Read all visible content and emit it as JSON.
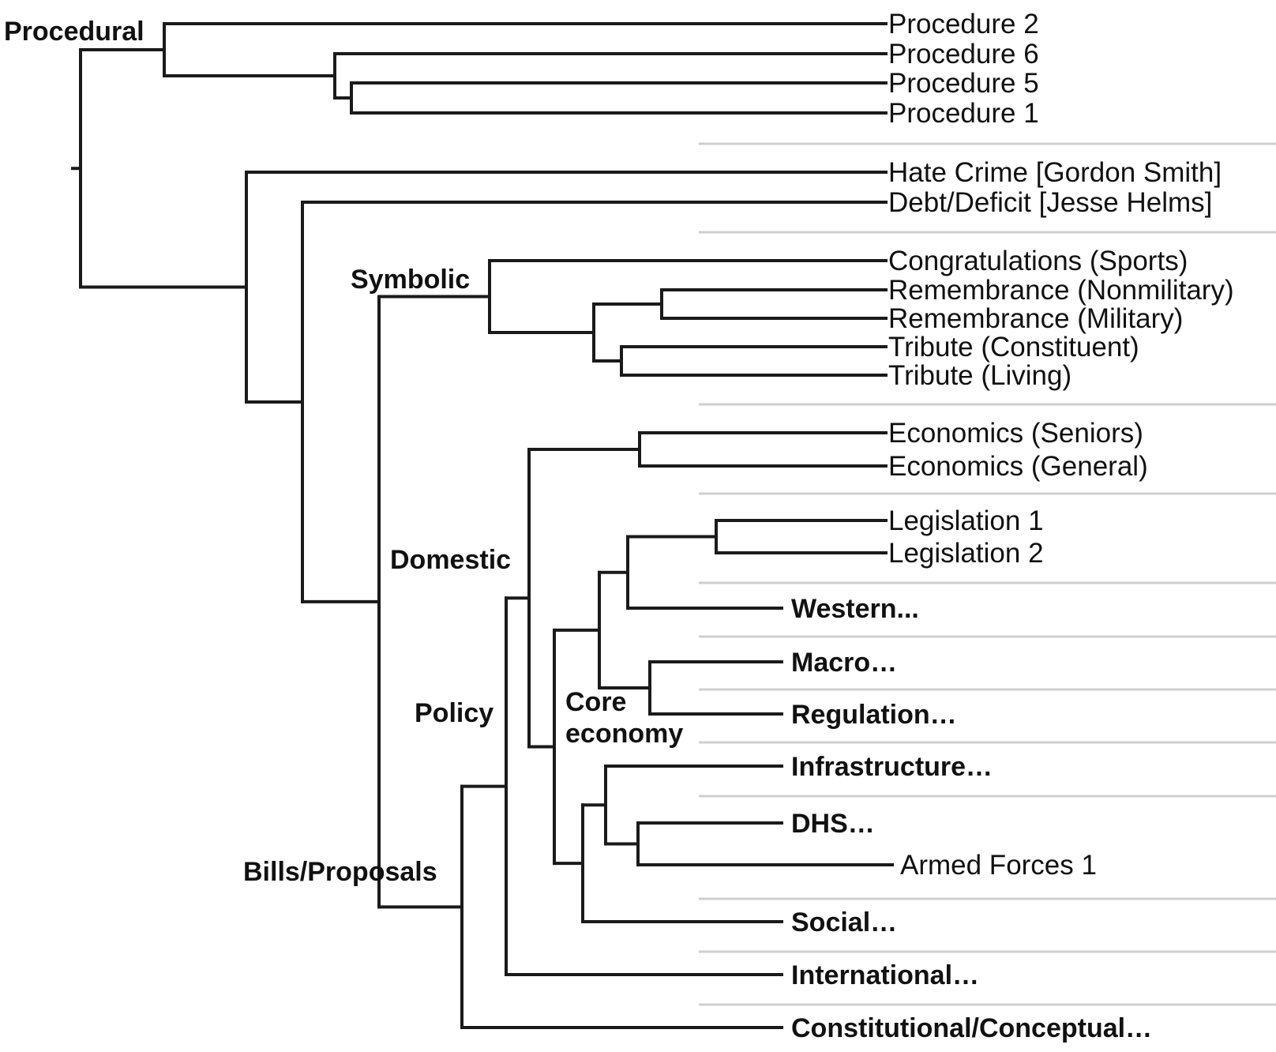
{
  "tree": {
    "nodes": {
      "root": {
        "label": ""
      },
      "procedural": {
        "label": "Procedural"
      },
      "p_a": {
        "label": ""
      },
      "p_b": {
        "label": ""
      },
      "rest": {
        "label": ""
      },
      "r2": {
        "label": ""
      },
      "bills": {
        "label": "Bills/Proposals"
      },
      "symbolic": {
        "label": "Symbolic"
      },
      "s2": {
        "label": ""
      },
      "s3": {
        "label": ""
      },
      "s4": {
        "label": ""
      },
      "policy": {
        "label": "Policy"
      },
      "domestic_inner": {
        "label": ""
      },
      "domestic": {
        "label": "Domestic"
      },
      "econ": {
        "label": ""
      },
      "core": {
        "label": "Core economy"
      },
      "c_upper": {
        "label": ""
      },
      "c_legis": {
        "label": ""
      },
      "legis12": {
        "label": ""
      },
      "macroreg": {
        "label": ""
      },
      "c_lower": {
        "label": ""
      },
      "infra_dhs": {
        "label": ""
      },
      "dhs_armed": {
        "label": ""
      }
    },
    "leaves": [
      {
        "id": "l1",
        "label": "Procedure 2",
        "bold": false
      },
      {
        "id": "l2",
        "label": "Procedure 6",
        "bold": false
      },
      {
        "id": "l3",
        "label": "Procedure 5",
        "bold": false
      },
      {
        "id": "l4",
        "label": "Procedure 1",
        "bold": false
      },
      {
        "id": "l5",
        "label": "Hate Crime [Gordon Smith]",
        "bold": false
      },
      {
        "id": "l6",
        "label": "Debt/Deficit [Jesse Helms]",
        "bold": false
      },
      {
        "id": "l7",
        "label": "Congratulations (Sports)",
        "bold": false
      },
      {
        "id": "l8",
        "label": "Remembrance (Nonmilitary)",
        "bold": false
      },
      {
        "id": "l9",
        "label": "Remembrance (Military)",
        "bold": false
      },
      {
        "id": "l10",
        "label": "Tribute (Constituent)",
        "bold": false
      },
      {
        "id": "l11",
        "label": "Tribute (Living)",
        "bold": false
      },
      {
        "id": "l12",
        "label": "Economics (Seniors)",
        "bold": false
      },
      {
        "id": "l13",
        "label": "Economics (General)",
        "bold": false
      },
      {
        "id": "l14",
        "label": "Legislation 1",
        "bold": false
      },
      {
        "id": "l15",
        "label": "Legislation 2",
        "bold": false
      },
      {
        "id": "l16",
        "label": "Western...",
        "bold": true
      },
      {
        "id": "l17",
        "label": "Macro…",
        "bold": true
      },
      {
        "id": "l18",
        "label": "Regulation…",
        "bold": true
      },
      {
        "id": "l19",
        "label": "Infrastructure…",
        "bold": true
      },
      {
        "id": "l20",
        "label": "DHS…",
        "bold": true
      },
      {
        "id": "l21",
        "label": "Armed Forces 1",
        "bold": false
      },
      {
        "id": "l22",
        "label": "Social…",
        "bold": true
      },
      {
        "id": "l23",
        "label": "International…",
        "bold": true
      },
      {
        "id": "l24",
        "label": "Constitutional/Conceptual…",
        "bold": true
      }
    ]
  }
}
